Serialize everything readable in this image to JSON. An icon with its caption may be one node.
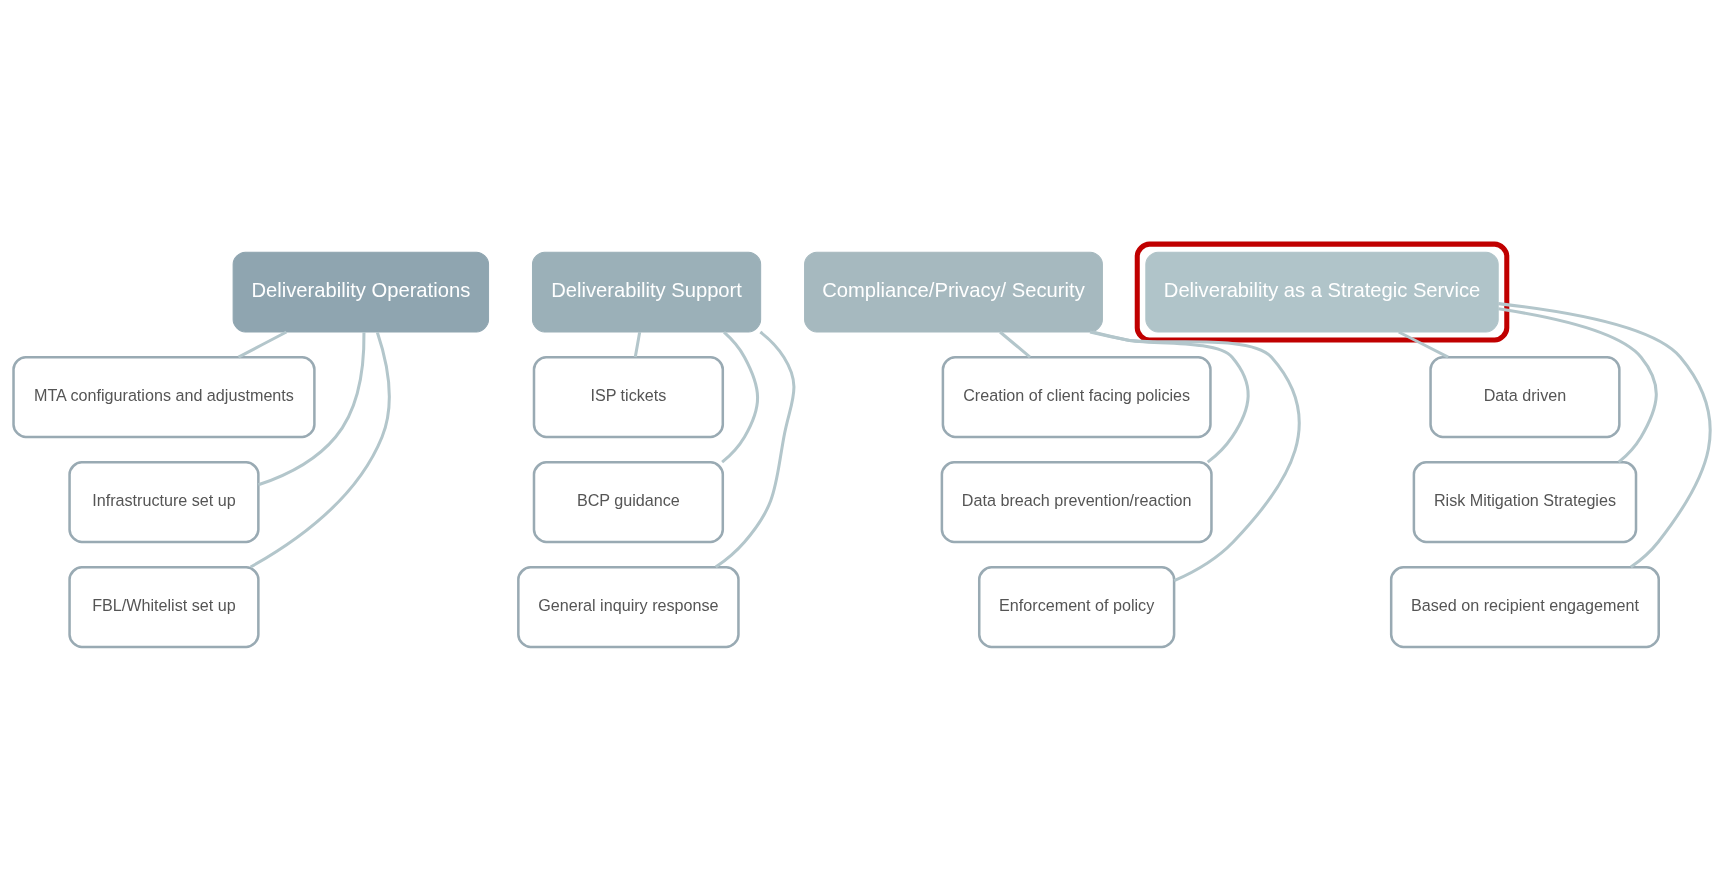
{
  "diagram": {
    "nodes": [
      {
        "text": [
          "Deliverability Operations"
        ]
      },
      {
        "text": [
          "MTA configurations and adjustments"
        ]
      },
      {
        "text": [
          "Infrastructure set up"
        ]
      },
      {
        "text": [
          "FBL/Whitelist set up"
        ]
      },
      {
        "text": [
          "Deliverability Support"
        ]
      },
      {
        "text": [
          "ISP tickets"
        ]
      },
      {
        "text": [
          "BCP guidance"
        ]
      },
      {
        "text": [
          "General inquiry response"
        ]
      },
      {
        "text": [
          "Compliance/Privacy/ Security"
        ]
      },
      {
        "text": [
          "Creation of client facing policies"
        ]
      },
      {
        "text": [
          "Data breach prevention/reaction"
        ]
      },
      {
        "text": [
          "Enforcement of policy"
        ]
      },
      {
        "text": [],
        "shape": "ellipse"
      },
      {
        "text": [
          "Deliverability as a Strategic Service"
        ],
        "in": 12
      },
      {
        "text": [
          "Data driven"
        ]
      },
      {
        "text": [
          "Risk Mitigation Strategies"
        ]
      },
      {
        "text": [
          "Based on recipient engagement"
        ]
      }
    ],
    "edges": [
      {
        "from": 0,
        "to": 1,
        "arrow": "none"
      },
      {
        "from": 0,
        "to": 2,
        "arrow": "none"
      },
      {
        "from": 0,
        "to": 3,
        "arrow": "none"
      },
      {
        "from": 4,
        "to": 5,
        "arrow": "none"
      },
      {
        "from": 4,
        "to": 6,
        "arrow": "none"
      },
      {
        "from": 4,
        "to": 7,
        "arrow": "none"
      },
      {
        "from": 8,
        "to": 9,
        "arrow": "none"
      },
      {
        "from": 8,
        "to": 10,
        "arrow": "none"
      },
      {
        "from": 8,
        "to": 11,
        "arrow": "none"
      },
      {
        "from": 13,
        "to": 14,
        "arrow": "none"
      },
      {
        "from": 13,
        "to": 15,
        "arrow": "none"
      },
      {
        "from": 13,
        "to": 16,
        "arrow": "none"
      }
    ]
  }
}
